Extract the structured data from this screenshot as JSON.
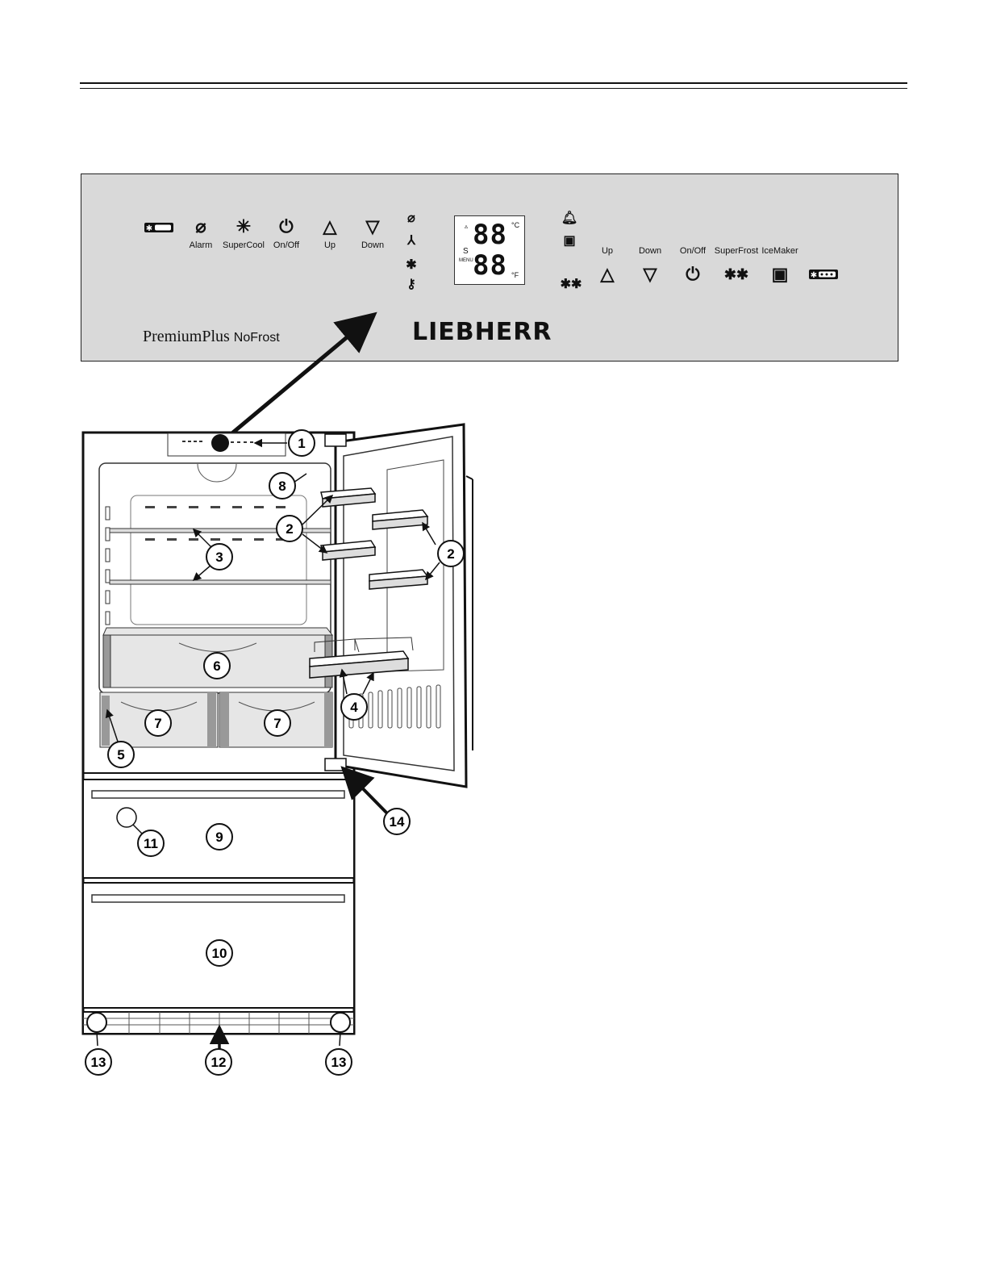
{
  "panel": {
    "model_main": "PremiumPlus",
    "model_sub": "NoFrost",
    "brand": "LIEBHERR",
    "left_controls": [
      {
        "icon": "alarm-off-icon",
        "symbol": "⌀",
        "label": "Alarm"
      },
      {
        "icon": "supercool-icon",
        "symbol": "✳",
        "label": "SuperCool"
      },
      {
        "icon": "power-icon",
        "symbol": "⏻",
        "label": "On/Off"
      },
      {
        "icon": "up-arrow-icon",
        "symbol": "△",
        "label": "Up"
      },
      {
        "icon": "down-arrow-icon",
        "symbol": "▽",
        "label": "Down"
      }
    ],
    "right_controls": [
      {
        "icon": "up-arrow-icon",
        "symbol": "△",
        "label": "Up"
      },
      {
        "icon": "down-arrow-icon",
        "symbol": "▽",
        "label": "Down"
      },
      {
        "icon": "power-icon",
        "symbol": "⏻",
        "label": "On/Off"
      },
      {
        "icon": "superfrost-icon",
        "symbol": "✱✱",
        "label": "SuperFrost"
      },
      {
        "icon": "icemaker-icon",
        "symbol": "▣",
        "label": "IceMaker"
      }
    ],
    "display": {
      "upper_digits": "88",
      "lower_digits": "88",
      "unit_c": "°C",
      "unit_f": "°F",
      "s_label": "S",
      "menu_label": "MENU"
    },
    "freezer_stars": "✱✱"
  },
  "callouts": [
    "1",
    "2",
    "2",
    "3",
    "4",
    "5",
    "6",
    "7",
    "7",
    "8",
    "9",
    "10",
    "11",
    "12",
    "13",
    "13",
    "14"
  ]
}
